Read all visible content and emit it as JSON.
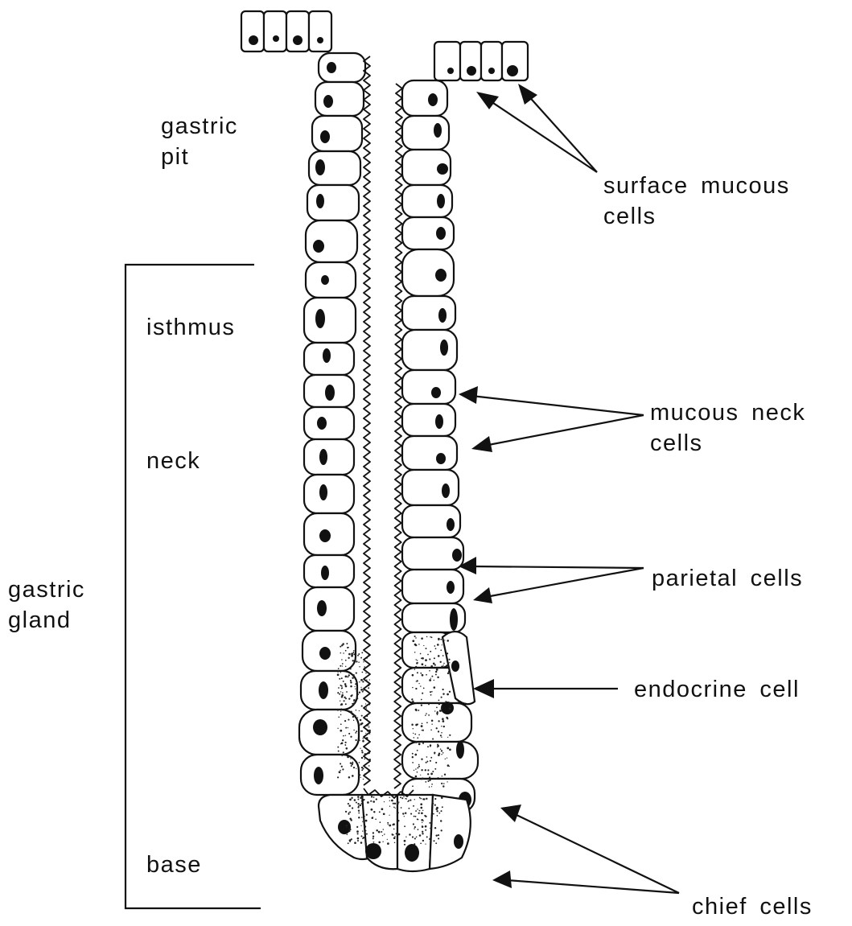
{
  "labels": {
    "gastric_pit_line1": "gastric",
    "gastric_pit_line2": "pit",
    "isthmus": "isthmus",
    "neck": "neck",
    "gastric_gland_line1": "gastric",
    "gastric_gland_line2": "gland",
    "base": "base",
    "surface_mucous_line1": "surface mucous",
    "surface_mucous_line2": "cells",
    "mucous_neck_line1": "mucous neck",
    "mucous_neck_line2": "cells",
    "parietal": "parietal cells",
    "endocrine": "endocrine cell",
    "chief": "chief cells"
  }
}
